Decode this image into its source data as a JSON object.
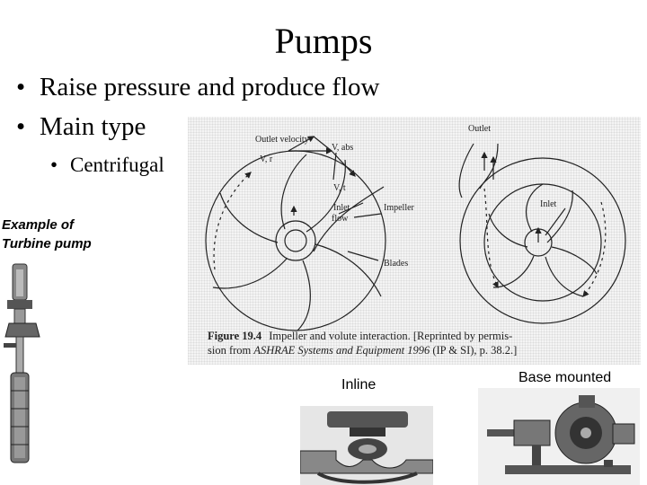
{
  "title": "Pumps",
  "bullets": [
    "Raise pressure and produce flow",
    "Main type"
  ],
  "sub_bullets": [
    "Centrifugal"
  ],
  "bullet_symbol": "•",
  "turbine_caption": {
    "line1": "Example of",
    "line2": "Turbine pump"
  },
  "figure": {
    "labels": {
      "outlet_velocity": "Outlet velocity",
      "v_abs": "V, abs",
      "v_r": "V, r",
      "v_t": "V, t",
      "inlet_flow_1": "Inlet",
      "inlet_flow_2": "flow",
      "impeller": "Impeller",
      "blades": "Blades",
      "outlet": "Outlet",
      "inlet": "Inlet"
    },
    "caption_bold": "Figure 19.4",
    "caption_line1": "Impeller and volute interaction. [Reprinted by permis-",
    "caption_line2_a": "sion from ",
    "caption_line2_italic": "ASHRAE Systems and Equipment 1996",
    "caption_line2_b": " (IP & SI), p. 38.2.]"
  },
  "photo_labels": {
    "inline": "Inline",
    "base_mounted": "Base mounted"
  }
}
